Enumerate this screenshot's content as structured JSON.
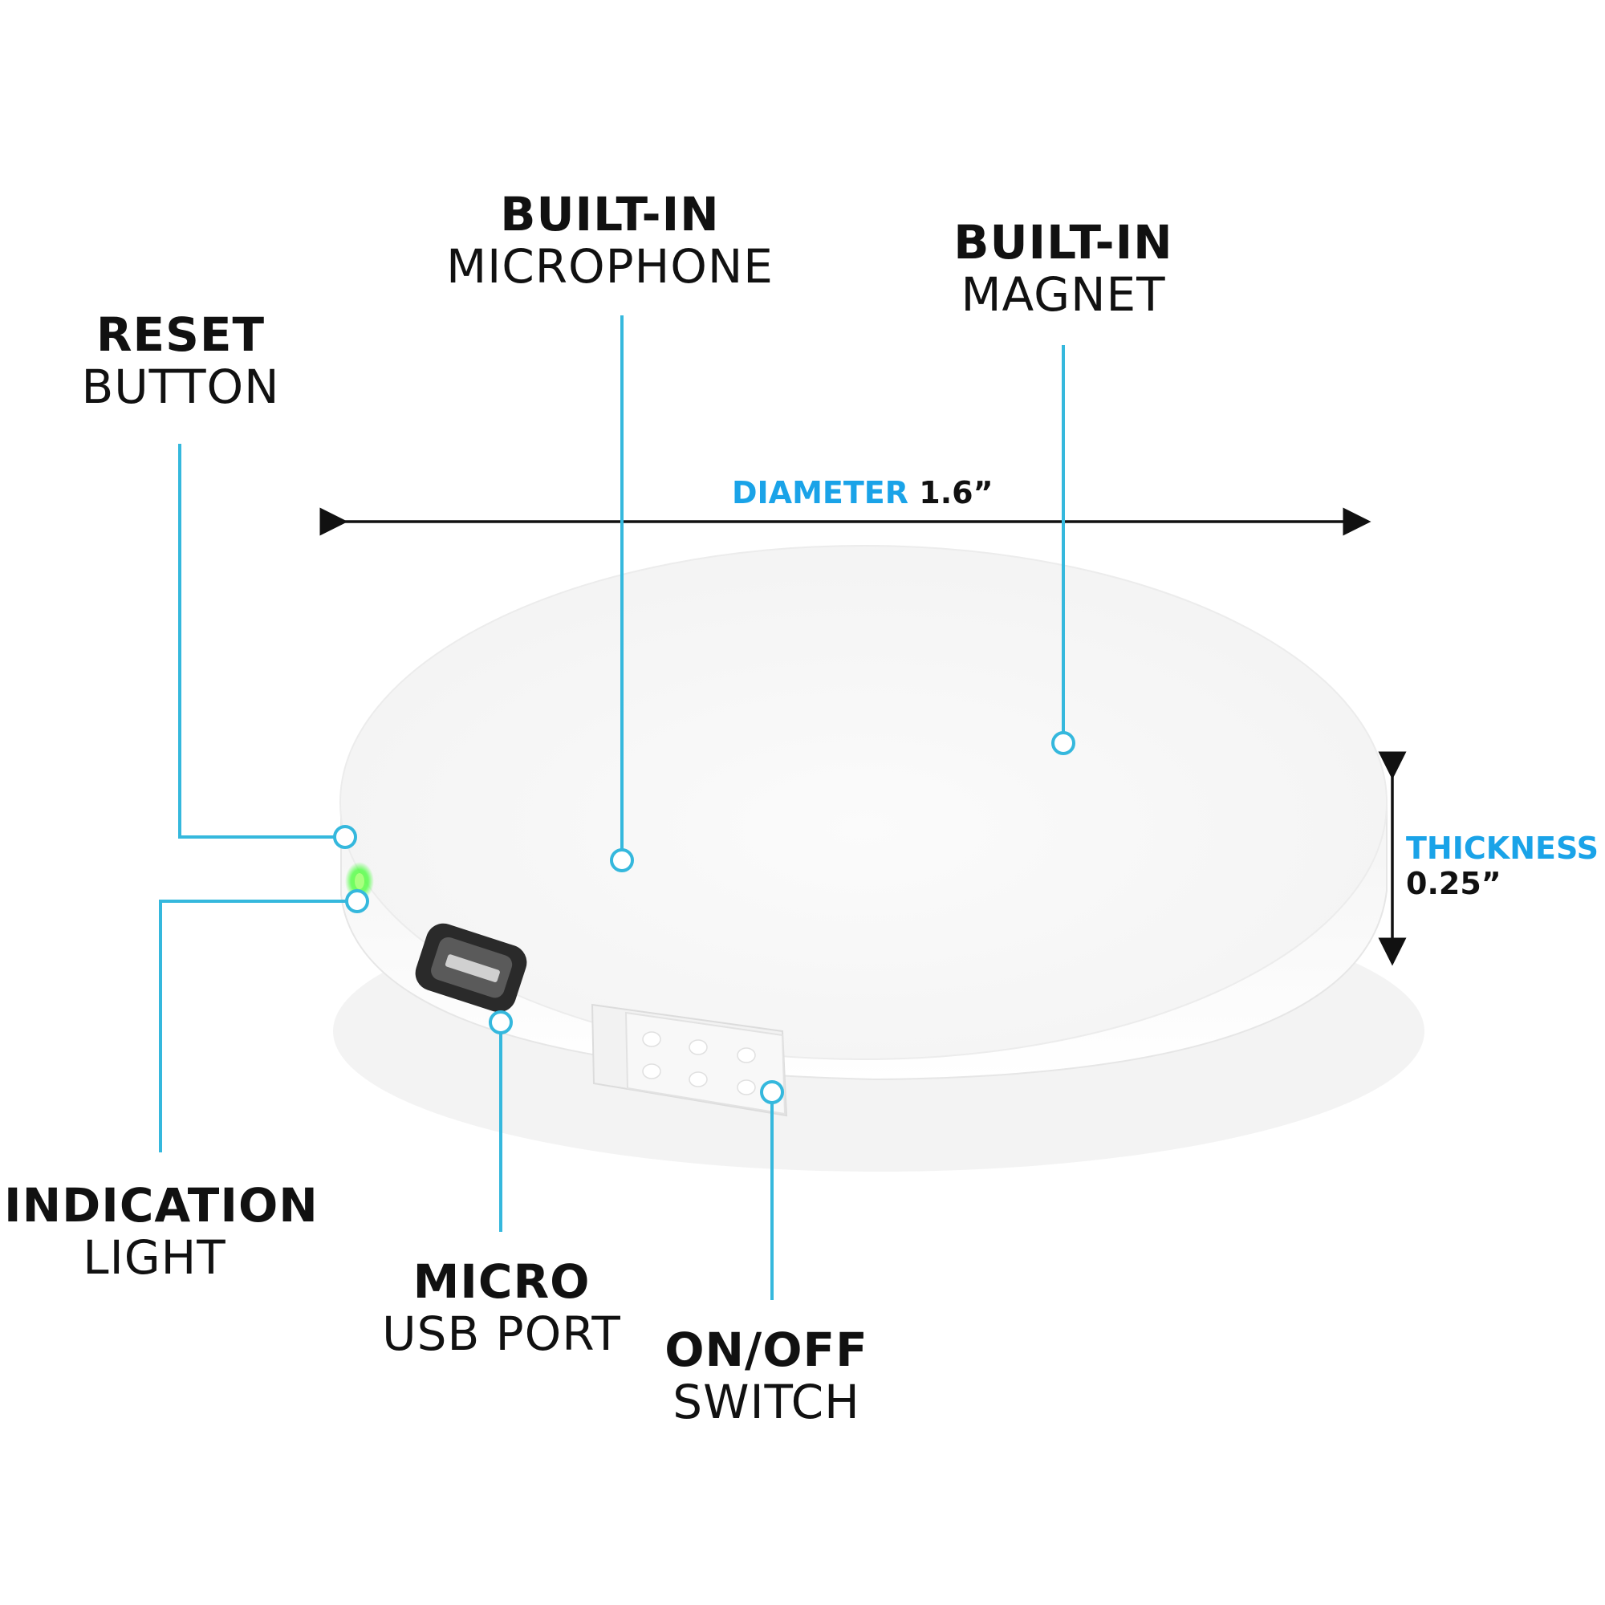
{
  "colors": {
    "accent": "#1aa3e8",
    "leader": "#35b8dd",
    "text": "#111111",
    "indicator": "#39ff2a"
  },
  "labels": {
    "reset": {
      "bold": "RESET",
      "light": "BUTTON"
    },
    "microphone": {
      "bold": "BUILT-IN",
      "light": "MICROPHONE"
    },
    "magnet": {
      "bold": "BUILT-IN",
      "light": "MAGNET"
    },
    "indication": {
      "bold": "INDICATION",
      "light": "LIGHT"
    },
    "usb": {
      "bold": "MICRO",
      "light": "USB PORT"
    },
    "switch": {
      "bold": "ON/OFF",
      "light": "SWITCH"
    }
  },
  "dimensions": {
    "diameter": {
      "label": "DIAMETER",
      "value": "1.6”"
    },
    "thickness": {
      "label": "THICKNESS",
      "value": "0.25”"
    }
  }
}
